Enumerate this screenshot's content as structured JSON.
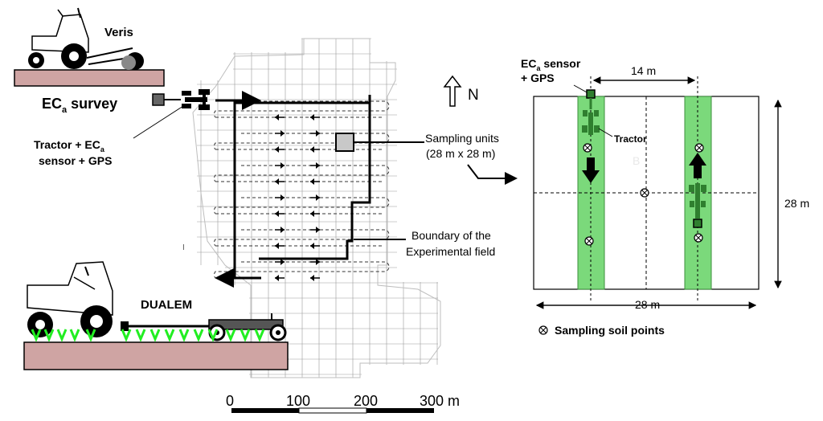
{
  "left_panel": {
    "veris_label": "Veris",
    "eca_survey": {
      "prefix": "EC",
      "sub": "a",
      "suffix": " survey"
    },
    "tractor_label": {
      "line1_prefix": "Tractor + EC",
      "line1_sub": "a",
      "line2": "sensor + GPS"
    },
    "north_label": "N",
    "sampling_units": {
      "line1": "Sampling units",
      "line2": "(28 m x 28 m)"
    },
    "boundary": {
      "line1": "Boundary of the",
      "line2": "Experimental field"
    },
    "dualem_label": "DUALEM",
    "small_marker": "I",
    "scale_bar": {
      "labels": [
        "0",
        "100",
        "200",
        "300 m"
      ]
    }
  },
  "right_panel": {
    "sensor_label": {
      "line1_prefix": "EC",
      "line1_sub": "a",
      "line1_suffix": " sensor",
      "line2": "+ GPS"
    },
    "width_top": "14 m",
    "tractor_label": "Tractor",
    "faint_label": "B",
    "height_label": "28 m",
    "width_bottom": "28 m",
    "legend_label": "Sampling soil points"
  },
  "colors": {
    "ground": "#cfa4a3",
    "strip_green": "#7bd97b",
    "strip_green_edge": "#3c8f3c",
    "tractor_green": "#2f7f2f",
    "cable_green": "#22ee22",
    "grid": "#9a9a9a"
  }
}
